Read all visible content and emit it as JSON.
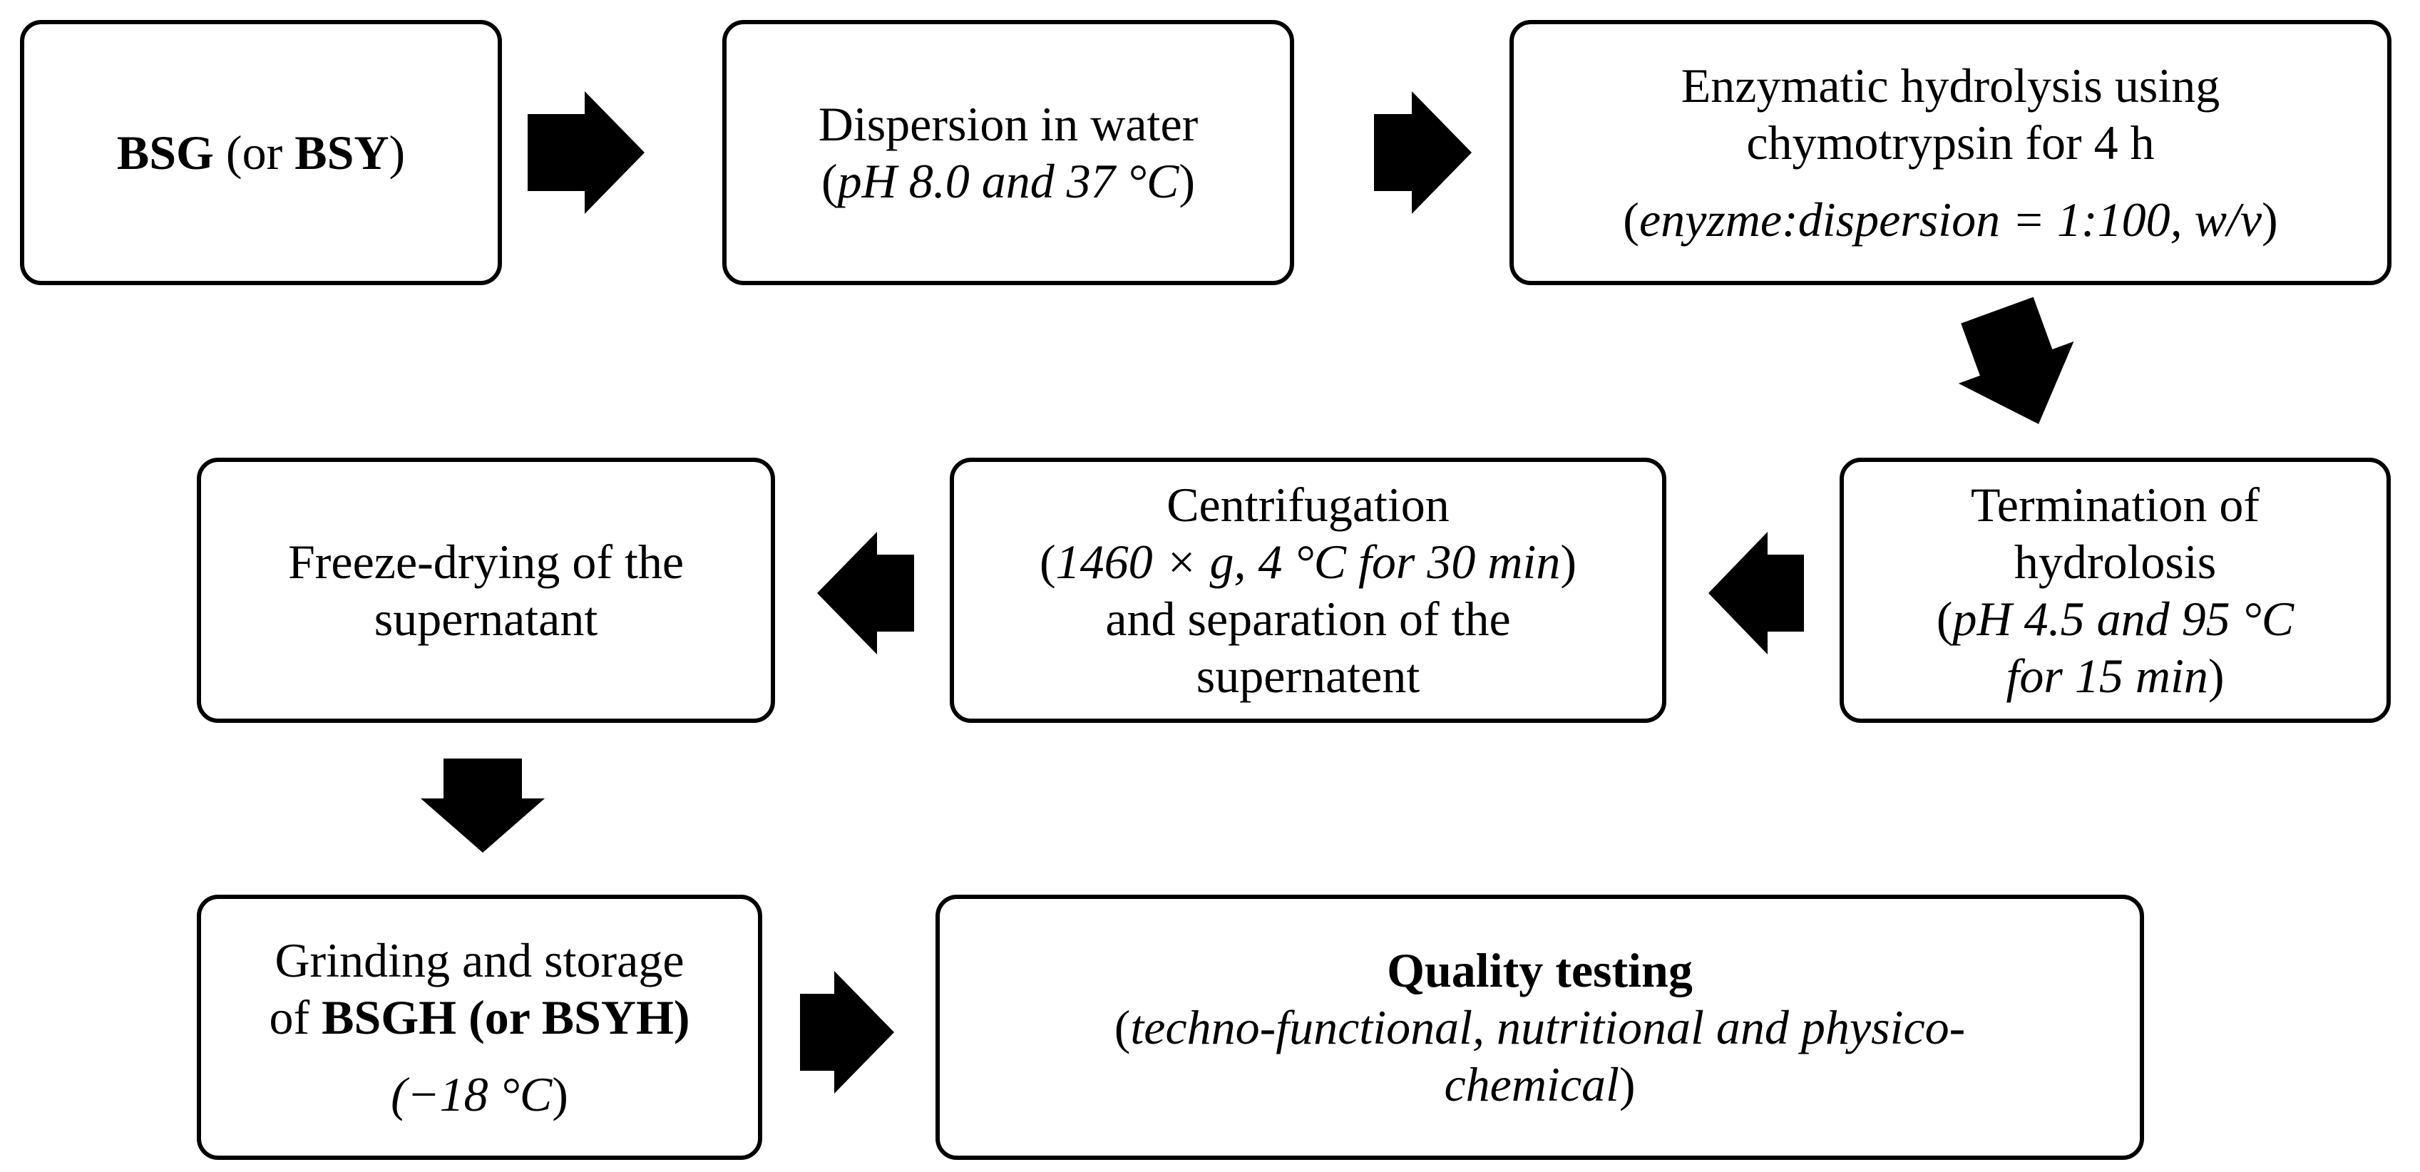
{
  "boxes": {
    "b1": {
      "strong_a": "BSG",
      "open": " (or ",
      "strong_b": "BSY",
      "close": ")"
    },
    "b2": {
      "line1": "Dispersion in water",
      "open": "(",
      "cond": "pH 8.0 and 37 °C",
      "close": ")"
    },
    "b3": {
      "line1": "Enzymatic hydrolysis using",
      "line2": "chymotrypsin for 4 h",
      "open": "(",
      "cond": "enyzme:dispersion = 1:100, w/v",
      "close": ")"
    },
    "b4": {
      "line1": "Termination of",
      "line2": "hydrolosis",
      "open": "(",
      "cond1": "pH 4.5 and 95 °C",
      "cond2": "for 15 min",
      "close": ")"
    },
    "b5": {
      "line1": "Centrifugation",
      "open": "(",
      "cond": "1460 × g, 4 °C for 30 min",
      "close": ")",
      "line3": "and separation of the",
      "line4": "supernatent"
    },
    "b6": {
      "line1": "Freeze-drying of the",
      "line2": "supernatant"
    },
    "b7": {
      "line1": "Grinding and storage",
      "prefix": "of ",
      "strong_a": "BSGH",
      "mid": " (or ",
      "strong_b": "BSYH",
      "close": ")",
      "open2": "(",
      "cond": "−18 °C",
      "close2": ")"
    },
    "b8": {
      "title": "Quality testing",
      "open": "(",
      "cond1": "techno-functional, nutritional and physico-",
      "cond2": "chemical",
      "close": ")"
    }
  },
  "arrows": [
    "right",
    "right",
    "down",
    "left",
    "left",
    "down",
    "right"
  ],
  "colors": {
    "stroke": "#000000",
    "fill": "#ffffff"
  }
}
